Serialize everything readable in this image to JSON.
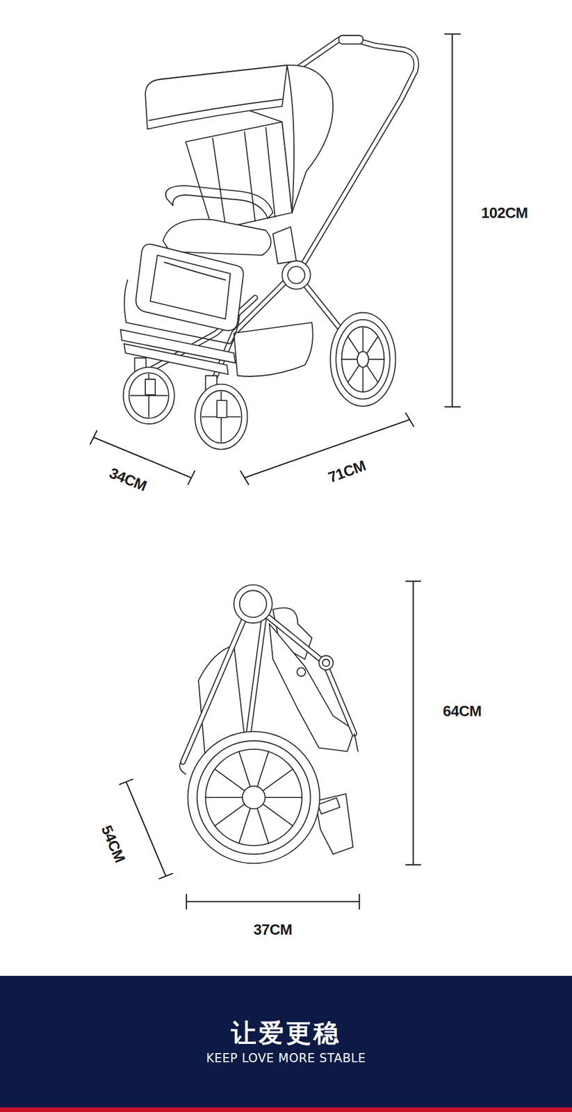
{
  "diagram": {
    "nodes": [
      {
        "text": [
          "让爱更稳",
          "KEEP LOVE MORE STABLE"
        ]
      }
    ],
    "labels": [
      "102CM",
      "34CM",
      "71CM",
      "64CM",
      "54CM",
      "37CM"
    ]
  }
}
